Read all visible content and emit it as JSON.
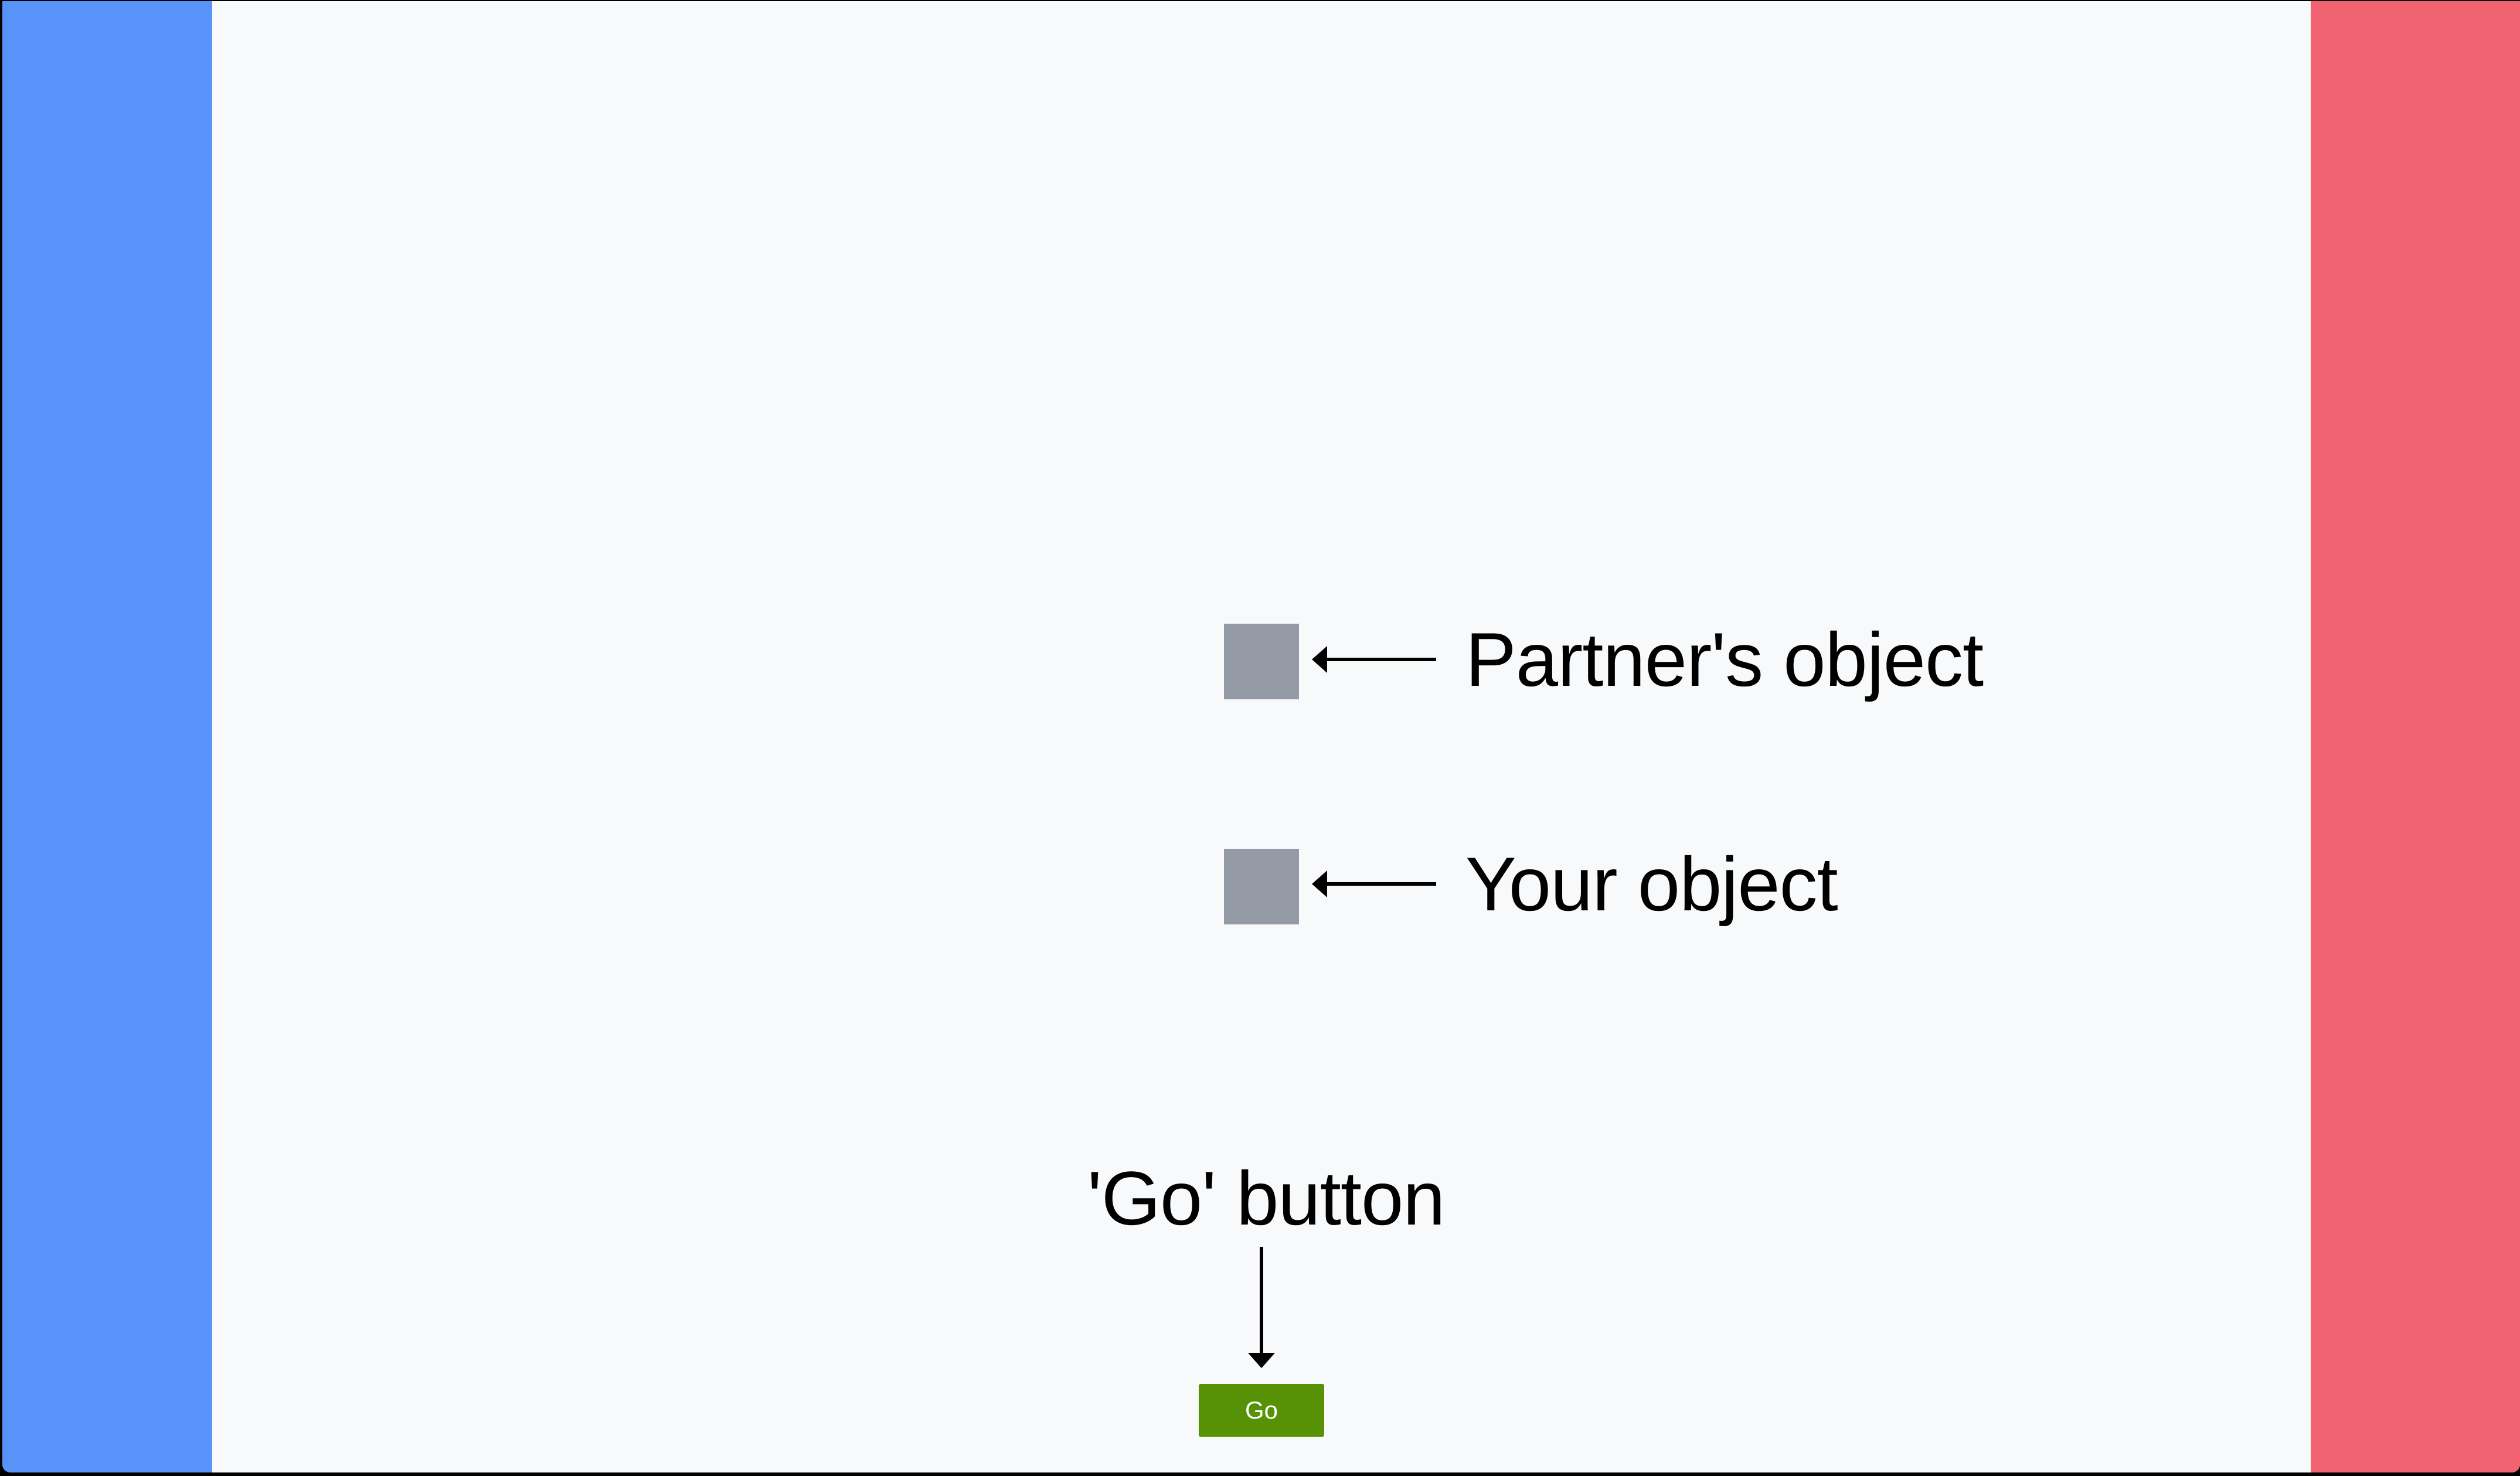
{
  "scene": {
    "outer_background": "#000000",
    "canvas_background": "#f8f9fa",
    "left_bar_color": "#5893fa",
    "right_bar_color": "#f26372",
    "object_color": "#949ba7",
    "annotation_color": "#000000"
  },
  "annotations": {
    "partner_object_label": "Partner's object",
    "your_object_label": "Your object",
    "go_button_label": "'Go' button"
  },
  "go_button": {
    "label": "Go",
    "background": "#579206",
    "text_color": "#ffffff"
  }
}
